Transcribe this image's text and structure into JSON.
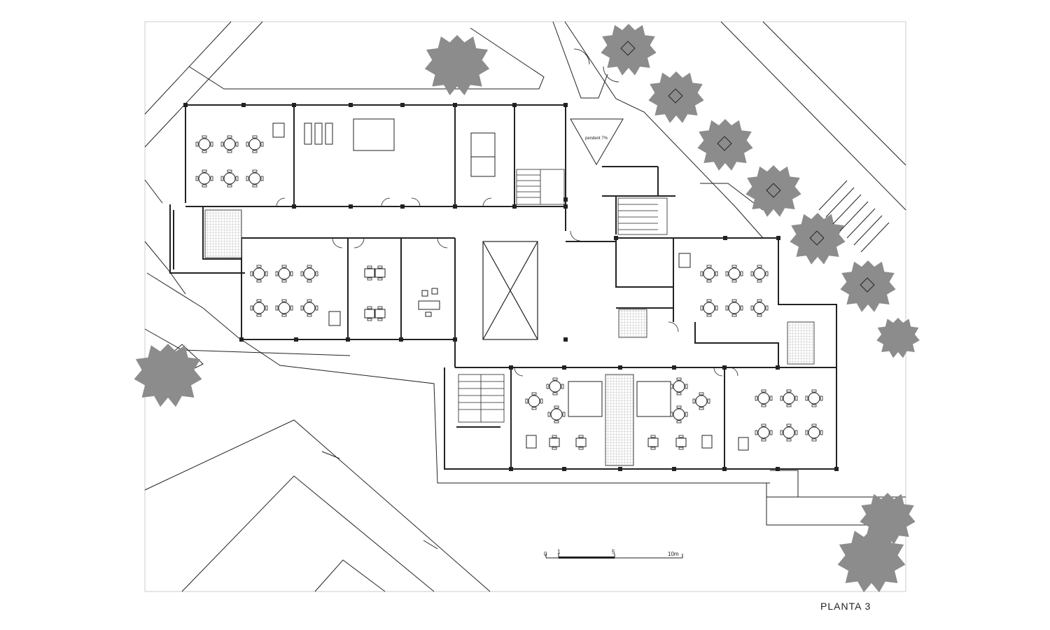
{
  "drawing": {
    "caption": "PLANTA 3",
    "slope_note": "pendent 7%"
  },
  "scale_bar": {
    "ticks": [
      "0",
      "1",
      "5",
      "10m"
    ]
  },
  "colors": {
    "line": "#222222",
    "tree": "#8c8c8c",
    "frame": "#cccccc"
  }
}
